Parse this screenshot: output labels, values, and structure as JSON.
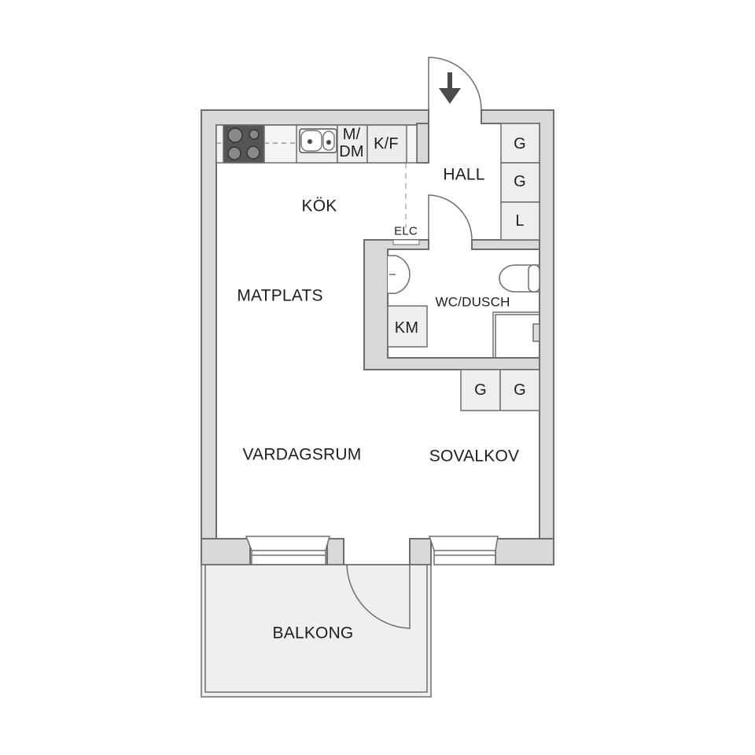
{
  "plan": {
    "rooms": {
      "kitchen": "KÖK",
      "dining": "MATPLATS",
      "hall": "HALL",
      "bathroom": "WC/DUSCH",
      "living": "VARDAGSRUM",
      "sleeping_alcove": "SOVALKOV",
      "balcony": "BALKONG"
    },
    "fixtures": {
      "dishwasher": "M/\nDM",
      "dishwasher_line1": "M/",
      "dishwasher_line2": "DM",
      "fridge_freezer": "K/F",
      "electrical_cabinet": "ELC",
      "washing_machine": "KM",
      "hall_wardrobe_1": "G",
      "hall_wardrobe_2": "G",
      "hall_linen": "L",
      "alcove_wardrobe_1": "G",
      "alcove_wardrobe_2": "G"
    },
    "colors": {
      "wall_fill": "#d9d9d9",
      "wall_stroke": "#6e6e6e",
      "fixture_fill": "#eeeeee",
      "stove": "#555555",
      "balcony_fill": "#efefef",
      "text": "#1e1e1e",
      "arrow": "#4a4a4a"
    }
  }
}
